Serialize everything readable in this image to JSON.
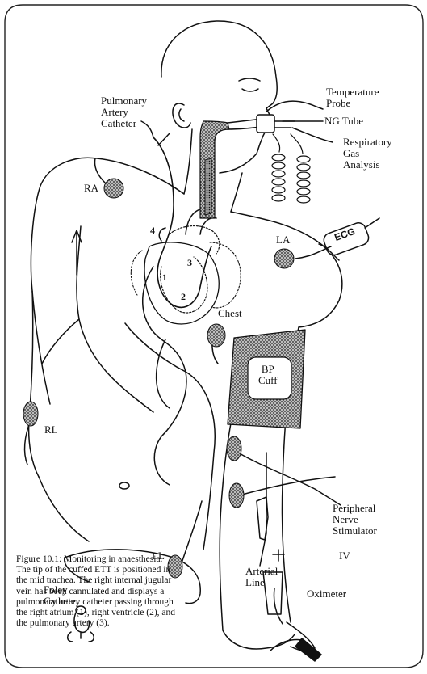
{
  "labels": {
    "pulmonary_artery_catheter": [
      "Pulmonary",
      "Artery",
      "Catheter"
    ],
    "temperature_probe": [
      "Temperature",
      "Probe"
    ],
    "ng_tube": "NG Tube",
    "respiratory_gas": [
      "Respiratory",
      "Gas",
      "Analysis"
    ],
    "ra": "RA",
    "la": "LA",
    "ecg": "ECG",
    "chest": "Chest",
    "bp_cuff": [
      "BP",
      "Cuff"
    ],
    "rl": "RL",
    "ll": "LL",
    "iv": "IV",
    "foley": [
      "Foley",
      "Catheter"
    ],
    "peripheral_nerve": [
      "Peripheral",
      "Nerve",
      "Stimulator"
    ],
    "arterial_line": [
      "Arterial",
      "Line"
    ],
    "oximeter": "Oximeter",
    "num1": "1",
    "num2": "2",
    "num3": "3",
    "num4": "4"
  },
  "caption": [
    "Figure 10.1:  Monitoring in anaesthesia.",
    "The tip of the cuffed ETT is positioned in",
    "the mid trachea.  The right internal jugular",
    "vein has been cannulated and displays a",
    "pulmonary artery catheter passing through",
    "the right atrium (1), right ventricle (2), and",
    "the pulmonary artery (3)."
  ]
}
